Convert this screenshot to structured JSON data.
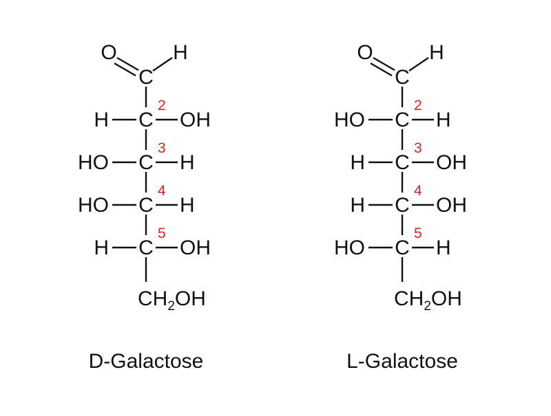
{
  "structures": [
    {
      "name": "D-Galactose",
      "top": {
        "o": "O",
        "c": "C",
        "h": "H"
      },
      "rows": [
        {
          "num": "2",
          "left": "H",
          "carbon": "C",
          "right": "OH"
        },
        {
          "num": "3",
          "left": "HO",
          "carbon": "C",
          "right": "H"
        },
        {
          "num": "4",
          "left": "HO",
          "carbon": "C",
          "right": "H"
        },
        {
          "num": "5",
          "left": "H",
          "carbon": "C",
          "right": "OH"
        }
      ],
      "bottom": {
        "ch": "CH",
        "sub": "2",
        "oh": "OH"
      }
    },
    {
      "name": "L-Galactose",
      "top": {
        "o": "O",
        "c": "C",
        "h": "H"
      },
      "rows": [
        {
          "num": "2",
          "left": "HO",
          "carbon": "C",
          "right": "H"
        },
        {
          "num": "3",
          "left": "H",
          "carbon": "C",
          "right": "OH"
        },
        {
          "num": "4",
          "left": "H",
          "carbon": "C",
          "right": "OH"
        },
        {
          "num": "5",
          "left": "HO",
          "carbon": "C",
          "right": "H"
        }
      ],
      "bottom": {
        "ch": "CH",
        "sub": "2",
        "oh": "OH"
      }
    }
  ],
  "colors": {
    "ink": "#111111",
    "carbon_number": "#e02020"
  }
}
